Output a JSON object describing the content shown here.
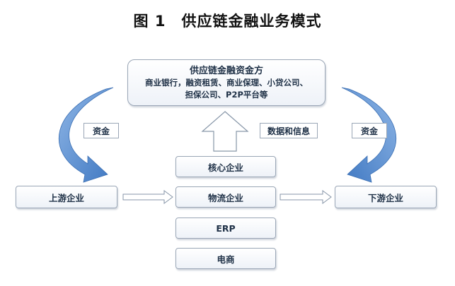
{
  "title": {
    "figure": "图 1",
    "text": "供应链金融业务模式"
  },
  "funder": {
    "title": "供应链金融资金方",
    "line1": "商业银行，融资租赁、商业保理、小贷公司、",
    "line2": "担保公司、P2P平台等"
  },
  "nodes": {
    "upstream": "上游企业",
    "core": "核心企业",
    "logistics": "物流企业",
    "erp": "ERP",
    "ecommerce": "电商",
    "downstream": "下游企业"
  },
  "labels": {
    "fund_left": "资金",
    "data_info": "数据和信息",
    "fund_right": "资金"
  },
  "colors": {
    "arrow_blue": "#4a86cf",
    "box_border": "#9aa6b6",
    "text": "#1f3147"
  }
}
